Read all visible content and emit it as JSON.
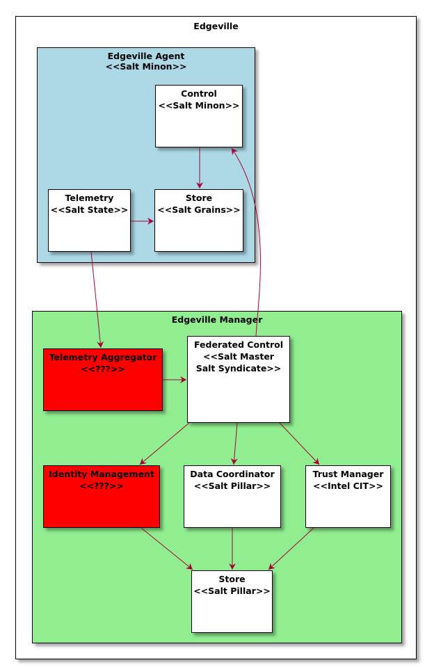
{
  "colors": {
    "agent_bg": "#ADD8E6",
    "manager_bg": "#90EE90",
    "unknown_bg": "#FF0000",
    "node_bg": "#FFFFFF",
    "arrow": "#A80036"
  },
  "edgeville": {
    "title": "Edgeville"
  },
  "agent": {
    "title": "Edgeville Agent",
    "stereotype": "<<Salt Minon>>",
    "control": {
      "name": "Control",
      "stereotype": "<<Salt Minon>>"
    },
    "telemetry": {
      "name": "Telemetry",
      "stereotype": "<<Salt State>>"
    },
    "store": {
      "name": "Store",
      "stereotype": "<<Salt Grains>>"
    }
  },
  "manager": {
    "title": "Edgeville Manager",
    "telemetry_aggregator": {
      "name": "Telemetry Aggregator",
      "stereotype": "<<???>>"
    },
    "federated_control": {
      "name": "Federated Control",
      "stereotype_line1": "<<Salt Master",
      "stereotype_line2": "Salt Syndicate>>"
    },
    "identity_management": {
      "name": "Identity Management",
      "stereotype": "<<???>>"
    },
    "data_coordinator": {
      "name": "Data Coordinator",
      "stereotype": "<<Salt Pillar>>"
    },
    "trust_manager": {
      "name": "Trust Manager",
      "stereotype": "<<Intel CIT>>"
    },
    "store": {
      "name": "Store",
      "stereotype": "<<Salt Pillar>>"
    }
  },
  "edges": [
    {
      "from": "Control",
      "to": "Store (Agent)"
    },
    {
      "from": "Telemetry",
      "to": "Store (Agent)"
    },
    {
      "from": "Telemetry",
      "to": "Telemetry Aggregator"
    },
    {
      "from": "Telemetry Aggregator",
      "to": "Federated Control"
    },
    {
      "from": "Federated Control",
      "to": "Control"
    },
    {
      "from": "Federated Control",
      "to": "Identity Management"
    },
    {
      "from": "Federated Control",
      "to": "Data Coordinator"
    },
    {
      "from": "Federated Control",
      "to": "Trust Manager"
    },
    {
      "from": "Identity Management",
      "to": "Store (Manager)"
    },
    {
      "from": "Data Coordinator",
      "to": "Store (Manager)"
    },
    {
      "from": "Trust Manager",
      "to": "Store (Manager)"
    }
  ]
}
